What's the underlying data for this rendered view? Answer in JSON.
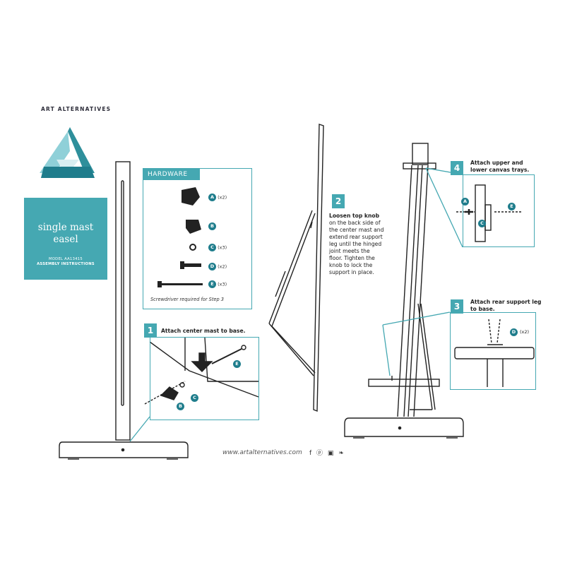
{
  "brand": {
    "name": "ART ALTERNATIVES"
  },
  "title_panel": {
    "title_line1": "single mast",
    "title_line2": "easel",
    "model": "MODEL AA13415",
    "subtitle": "ASSEMBLY INSTRUCTIONS"
  },
  "hardware": {
    "heading": "HARDWARE",
    "items": [
      {
        "letter": "A",
        "qty": "(x2)"
      },
      {
        "letter": "B",
        "qty": ""
      },
      {
        "letter": "C",
        "qty": "(x3)"
      },
      {
        "letter": "D",
        "qty": "(x2)"
      },
      {
        "letter": "E",
        "qty": "(x3)"
      }
    ],
    "note": "Screwdriver required for Step 3"
  },
  "steps": [
    {
      "num": "1",
      "text": "Attach center mast to base.",
      "labels": [
        "E",
        "C",
        "B"
      ]
    },
    {
      "num": "2",
      "text_bold": "Loosen top knob",
      "text": " on the back side of the center mast and extend rear support leg until the hinged joint meets the floor. Tighten the knob to lock the support in place."
    },
    {
      "num": "3",
      "text_l1": "Attach rear support leg",
      "text_l2": "to base.",
      "label": "D",
      "qty": "(x2)"
    },
    {
      "num": "4",
      "text_l1": "Attach upper and",
      "text_l2": "lower canvas trays.",
      "labels": [
        "A",
        "C",
        "E"
      ]
    }
  ],
  "footer": {
    "url": "www.artalternatives.com",
    "social": "f ⓟ ▣ ❧"
  },
  "colors": {
    "accent": "#45a8b2",
    "badge": "#1f7d8c",
    "dark": "#2d2d3a"
  }
}
